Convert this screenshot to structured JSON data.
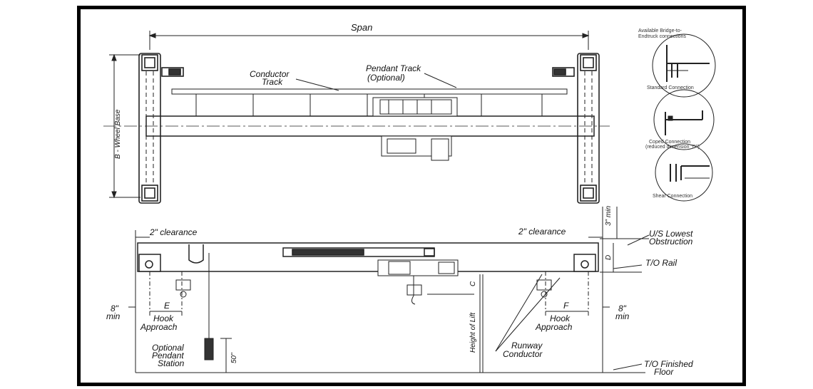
{
  "labels": {
    "span": "Span",
    "conductor_track": [
      "Conductor",
      "Track"
    ],
    "pendant_track": [
      "Pendant Track",
      "(Optional)"
    ],
    "wheel_base": "B - Wheel Base",
    "available": [
      "Available Bridge-to-",
      "Endtruck connections"
    ],
    "standard": "Standard Connection",
    "coped": [
      "Coped Connection",
      "(reduced dimension \"D\")"
    ],
    "shear": "Shear Connection",
    "clearance_left": "2\" clearance",
    "clearance_right": "2\" clearance",
    "min_3": "3\" min",
    "us_lowest": [
      "U/S Lowest",
      "Obstruction"
    ],
    "to_rail": "T/O Rail",
    "to_floor": [
      "T/O Finished",
      "Floor"
    ],
    "eight_min_left": [
      "8\"",
      "min"
    ],
    "eight_min_right": [
      "8\"",
      "min"
    ],
    "hook_left": [
      "Hook",
      "Approach"
    ],
    "hook_right": [
      "Hook",
      "Approach"
    ],
    "e": "E",
    "f": "F",
    "c": "C",
    "d": "D",
    "height_of_lift": "Height of Lift",
    "runway": [
      "Runway",
      "Conductor"
    ],
    "optional_pendant": [
      "Optional",
      "Pendant",
      "Station"
    ],
    "fifty": "50\""
  }
}
